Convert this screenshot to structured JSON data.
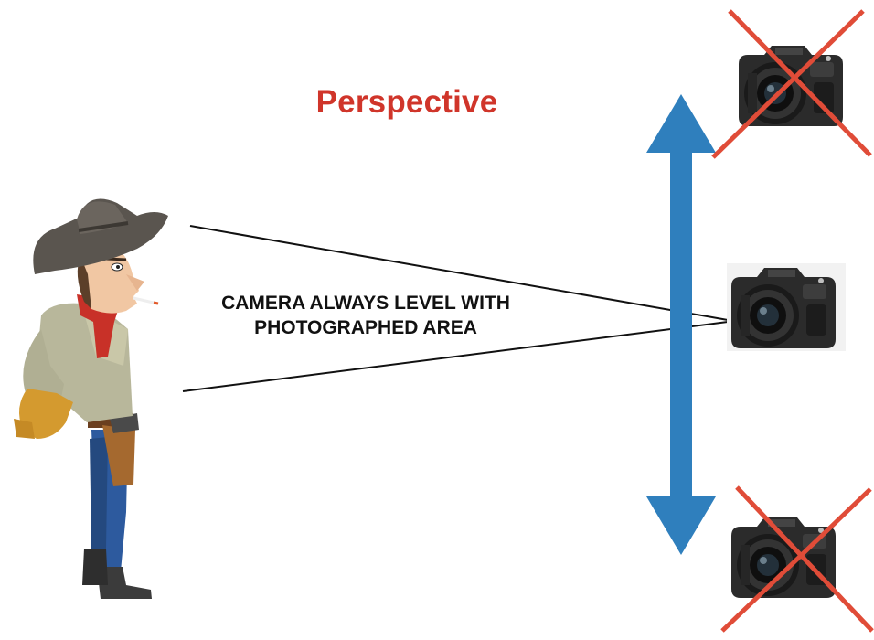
{
  "title": "Perspective",
  "caption": {
    "line1": "CAMERA ALWAYS LEVEL WITH",
    "line2": "PHOTOGRAPHED AREA"
  },
  "cameras": [
    {
      "position": "top",
      "crossed": true
    },
    {
      "position": "middle",
      "crossed": false
    },
    {
      "position": "bottom",
      "crossed": true
    }
  ],
  "colors": {
    "title": "#d0352a",
    "arrow": "#2f7fbd",
    "cross": "#e04c38",
    "lines": "#111111"
  },
  "icons": {
    "figure": "cowboy-figure-icon",
    "camera": "dslr-camera-icon",
    "arrow": "double-vertical-arrow-icon",
    "cross": "red-x-icon"
  }
}
